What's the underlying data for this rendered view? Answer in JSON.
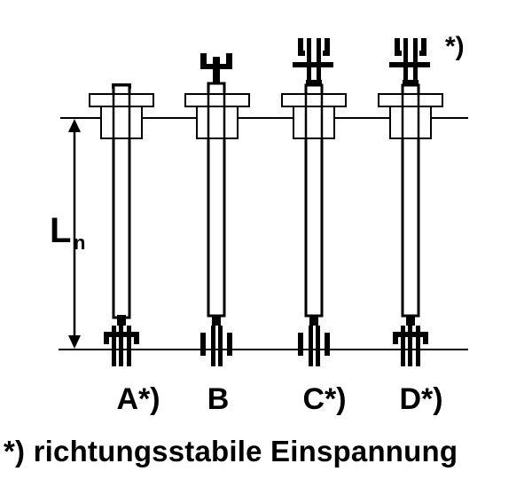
{
  "diagram": {
    "length_symbol": "L",
    "length_subscript": "n",
    "top_note": "*)",
    "columns": [
      {
        "label": "A*)",
        "top_support": "none"
      },
      {
        "label": "B",
        "top_support": "hinge"
      },
      {
        "label": "C*)",
        "top_support": "fixed"
      },
      {
        "label": "D*)",
        "top_support": "fixed"
      }
    ]
  },
  "footnote": "*) richtungsstabile Einspannung",
  "colors": {
    "ink": "#000000",
    "background": "#ffffff"
  }
}
